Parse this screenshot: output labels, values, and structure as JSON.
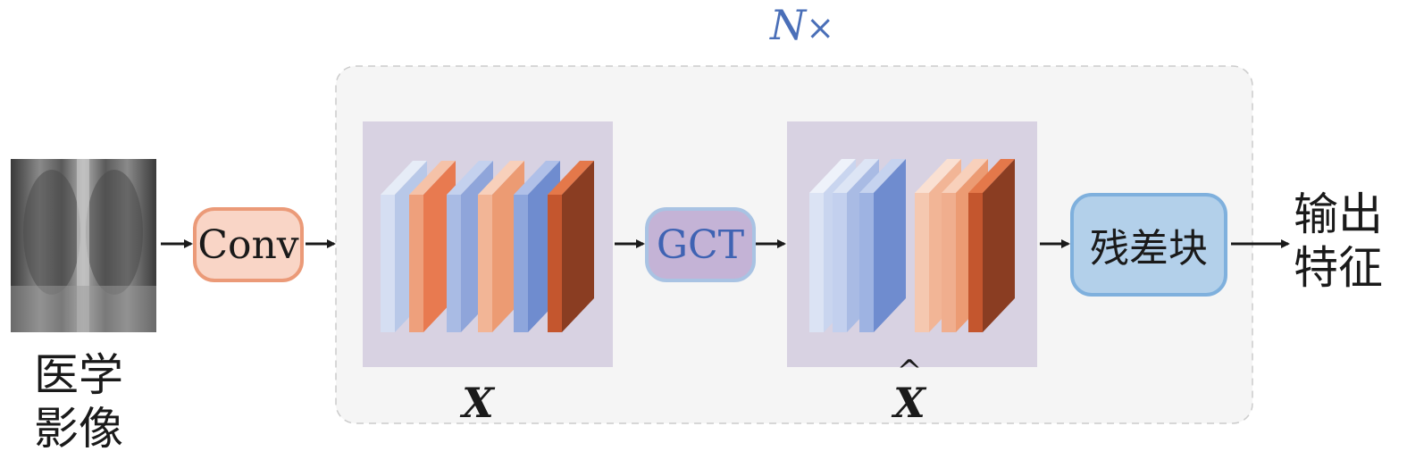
{
  "input": {
    "label_line1": "医学",
    "label_line2": "影像"
  },
  "conv": {
    "label": "Conv"
  },
  "repeat": {
    "symbol": "N",
    "times": "×"
  },
  "feature_x": {
    "label": "X"
  },
  "gct": {
    "label": "GCT"
  },
  "feature_xhat": {
    "label": "X",
    "hat": "^"
  },
  "residual": {
    "label": "残差块"
  },
  "output": {
    "label_line1": "输出",
    "label_line2": "特征"
  },
  "colors": {
    "conv_fill": "#f9d5c6",
    "conv_stroke": "#eb9a78",
    "gct_fill": "#c4b3d6",
    "gct_stroke": "#a9c3e3",
    "gct_text": "#3f63b3",
    "residual_fill": "#b3d0ea",
    "residual_stroke": "#7fb0dd",
    "feature_bg": "#d8d2e2",
    "repeat_bg": "#f5f5f5",
    "repeat_text": "#4a6fb8"
  }
}
